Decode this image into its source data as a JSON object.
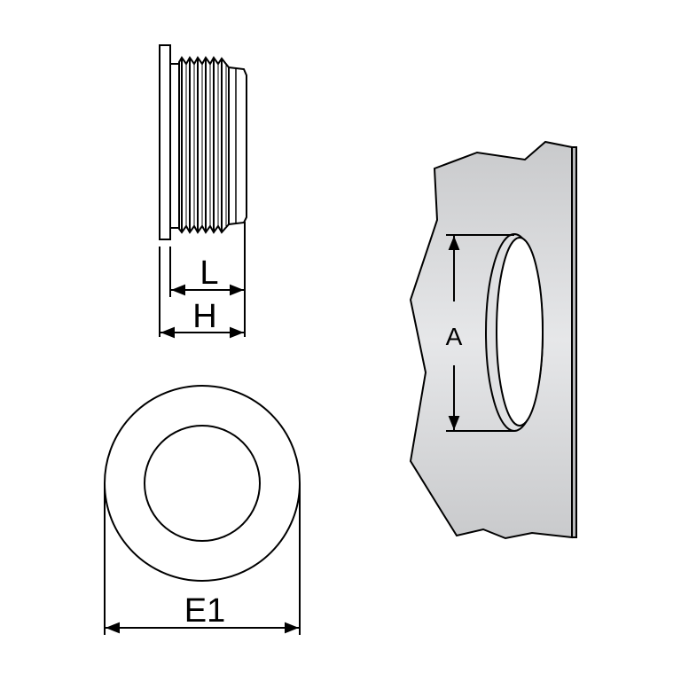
{
  "diagram": {
    "side_view": {
      "label_L": "L",
      "label_H": "H"
    },
    "front_view": {
      "label_E1": "E1"
    },
    "panel_view": {
      "label_A": "A"
    },
    "colors": {
      "line": "#000000",
      "panel_light": "#e6e7e9",
      "panel_dark": "#c9cacc",
      "background": "#ffffff"
    }
  }
}
